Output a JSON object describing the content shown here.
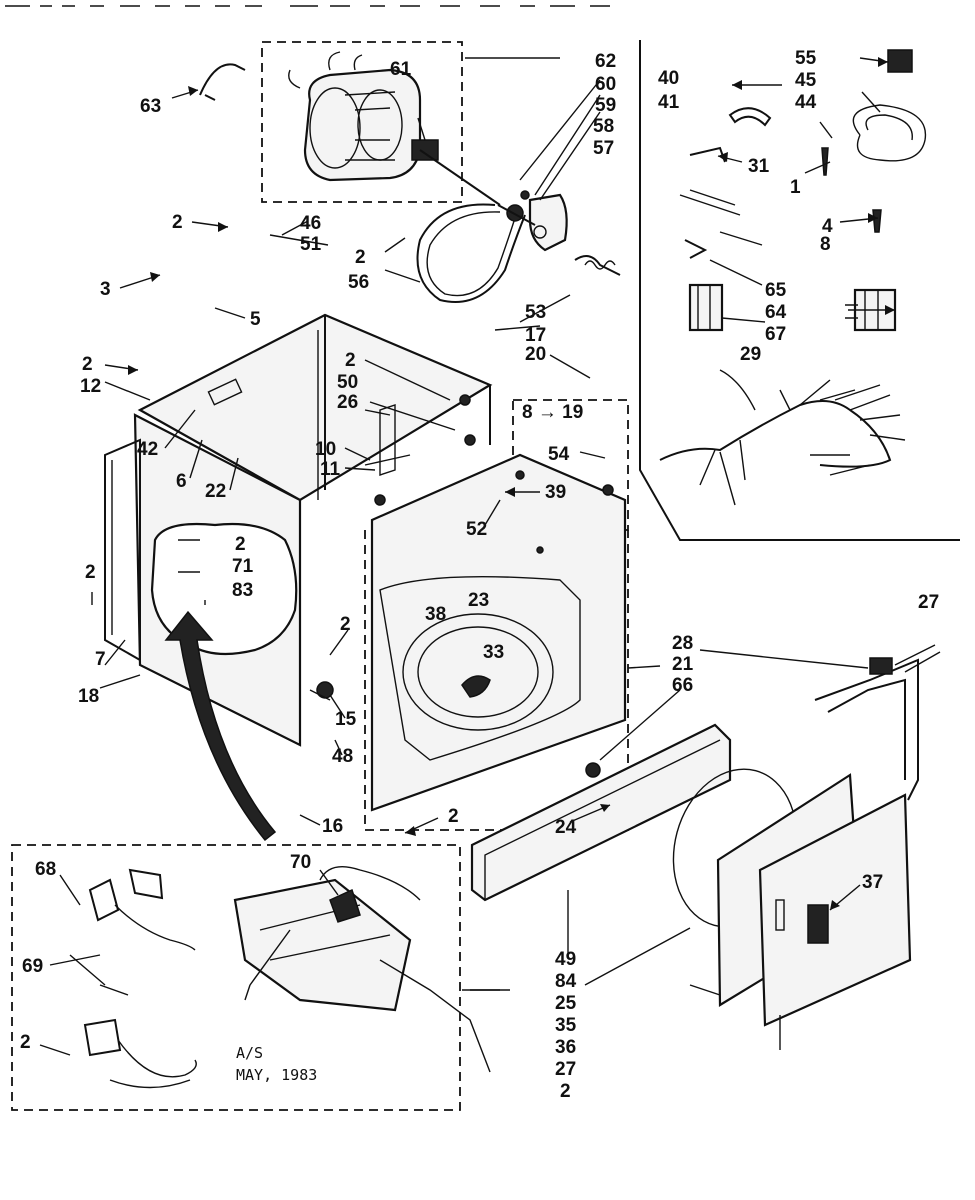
{
  "note": {
    "line1": "A/S",
    "line2": "MAY, 1983"
  },
  "labels": {
    "n1": "1",
    "n2": "2",
    "n3": "3",
    "n4": "4",
    "n5": "5",
    "n6": "6",
    "n7": "7",
    "n8": "8",
    "n10": "10",
    "n11": "11",
    "n12": "12",
    "n15": "15",
    "n16": "16",
    "n17": "17",
    "n18": "18",
    "n19": "8 → 19",
    "n20": "20",
    "n21": "21",
    "n22": "22",
    "n23": "23",
    "n24": "24",
    "n25": "25",
    "n26": "26",
    "n27": "27",
    "n28": "28",
    "n29": "29",
    "n31": "31",
    "n33": "33",
    "n35": "35",
    "n36": "36",
    "n37": "37",
    "n38": "38",
    "n39": "39",
    "n40": "40",
    "n41": "41",
    "n42": "42",
    "n44": "44",
    "n45": "45",
    "n46": "46",
    "n48": "48",
    "n49": "49",
    "n50": "50",
    "n51": "51",
    "n52": "52",
    "n53": "53",
    "n54": "54",
    "n55": "55",
    "n56": "56",
    "n57": "57",
    "n58": "58",
    "n59": "59",
    "n60": "60",
    "n61": "61",
    "n62": "62",
    "n63": "63",
    "n64": "64",
    "n65": "65",
    "n66": "66",
    "n67": "67",
    "n68": "68",
    "n69": "69",
    "n70": "70",
    "n71": "71",
    "n83": "83",
    "n84": "84"
  }
}
